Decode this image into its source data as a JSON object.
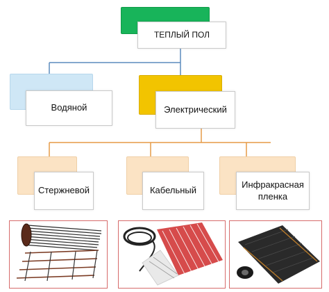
{
  "diagram": {
    "root": {
      "label": "ТЕПЛЫЙ ПОЛ"
    },
    "types": [
      {
        "label": "Водяной"
      },
      {
        "label": "Электрический"
      }
    ],
    "subtypes": [
      {
        "label": "Стержневой"
      },
      {
        "label": "Кабельный"
      },
      {
        "label": "Инфракрасная пленка"
      }
    ]
  },
  "colors": {
    "root_accent": "#18b45a",
    "water_accent": "#cfe7f6",
    "electric_accent": "#f2c400",
    "subtype_accent": "#fbe3c4",
    "connector_blue": "#5b8bbd",
    "connector_orange": "#e69a47",
    "photo_border": "#d66a6a"
  },
  "photos": [
    {
      "icon": "rod-heating-mat-image"
    },
    {
      "icon": "cable-heating-mat-image"
    },
    {
      "icon": "infrared-film-roll-image"
    }
  ]
}
